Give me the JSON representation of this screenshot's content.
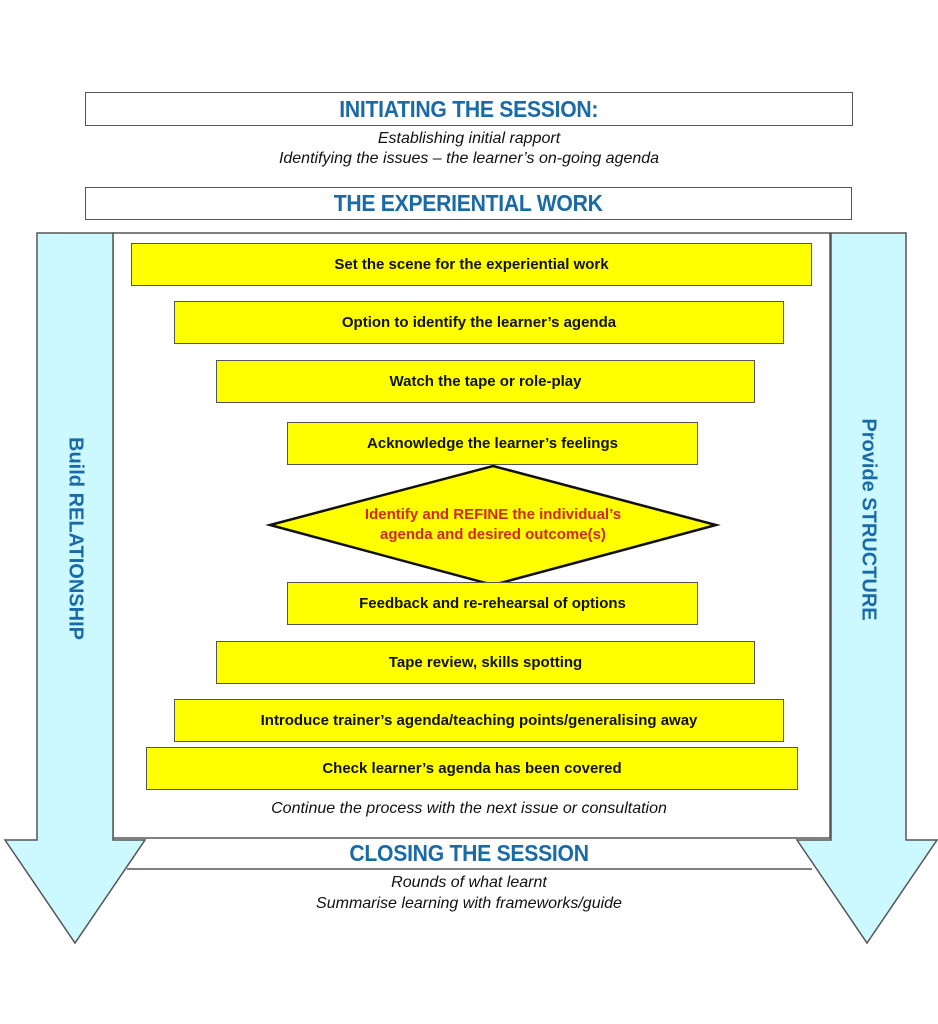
{
  "initiating": {
    "heading": "INITIATING THE SESSION:",
    "lines": [
      "Establishing initial rapport",
      "Identifying the issues – the learner’s on-going agenda"
    ]
  },
  "experiential": {
    "heading": "THE EXPERIENTIAL WORK",
    "steps": [
      "Set the scene for the experiential work",
      "Option to identify the learner’s agenda",
      "Watch the tape or role-play",
      "Acknowledge the learner’s feelings"
    ],
    "decision": [
      "Identify and REFINE the individual’s",
      "agenda and desired outcome(s)"
    ],
    "steps_after": [
      "Feedback and re-rehearsal of options",
      "Tape review, skills spotting",
      "Introduce trainer’s agenda/teaching points/generalising away",
      "Check learner’s agenda has been covered"
    ],
    "continue_note": "Continue the process with the next issue or consultation"
  },
  "closing": {
    "heading": "CLOSING THE SESSION",
    "lines": [
      "Rounds of what learnt",
      "Summarise learning with frameworks/guide"
    ]
  },
  "arrows": {
    "left_label": "Build RELATIONSHIP",
    "right_label": "Provide STRUCTURE"
  },
  "colors": {
    "heading_blue": "#1a6aa8",
    "step_yellow": "#ffff00",
    "arrow_fill": "#ccf9ff",
    "decision_text": "#d0281a"
  }
}
